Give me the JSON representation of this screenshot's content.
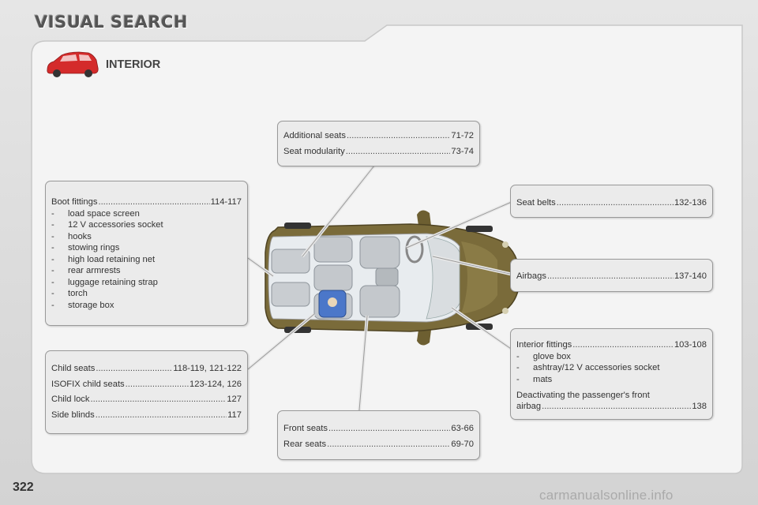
{
  "header": {
    "title": "VISUAL SEARCH"
  },
  "section": {
    "title": "INTERIOR"
  },
  "callouts": {
    "additional": {
      "rows": [
        {
          "label": "Additional seats",
          "pages": "71-72"
        },
        {
          "label": "Seat modularity",
          "pages": "73-74"
        }
      ]
    },
    "boot": {
      "label": "Boot fittings",
      "pages": "114-117",
      "items": [
        "load space screen",
        "12 V accessories socket",
        "hooks",
        "stowing rings",
        "high load retaining net",
        "rear armrests",
        "luggage retaining strap",
        "torch",
        "storage box"
      ]
    },
    "child": {
      "rows": [
        {
          "label": "Child seats",
          "pages": "118-119, 121-122"
        },
        {
          "label": "ISOFIX child seats",
          "pages": "123-124, 126"
        },
        {
          "label": "Child lock",
          "pages": "127"
        },
        {
          "label": "Side blinds",
          "pages": "117"
        }
      ]
    },
    "front": {
      "rows": [
        {
          "label": "Front seats",
          "pages": "63-66"
        },
        {
          "label": "Rear seats",
          "pages": "69-70"
        }
      ]
    },
    "belts": {
      "label": "Seat belts",
      "pages": "132-136"
    },
    "airbags": {
      "label": "Airbags",
      "pages": "137-140"
    },
    "interior": {
      "label": "Interior fittings",
      "pages": "103-108",
      "items": [
        "glove box",
        "ashtray/12 V accessories socket",
        "mats"
      ],
      "note_line1": "Deactivating the passenger's front",
      "note_line2": "airbag",
      "note_pages": "138"
    }
  },
  "dash": "-",
  "footer": {
    "page_number": "322",
    "watermark": "carmanualsonline.info"
  },
  "colors": {
    "car_body": "#7a6b3a",
    "car_icon": "#d42b2b",
    "panel_bg": "#ebebeb"
  },
  "icons": {
    "section": "red-car-icon"
  }
}
